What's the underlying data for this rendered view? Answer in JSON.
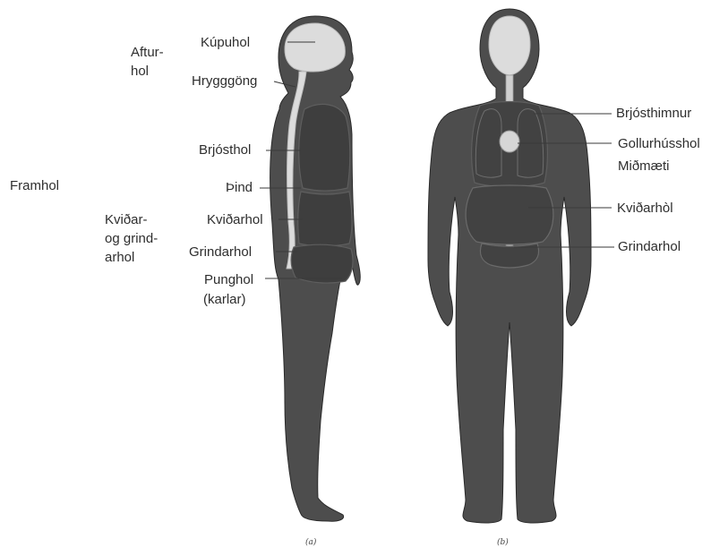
{
  "groups": {
    "aftur": [
      "Aftur-",
      "hol"
    ],
    "fram": "Framhol",
    "kvid": [
      "Kviðar-",
      "og grind-",
      "arhol"
    ]
  },
  "side_labels": {
    "kupuhol": "Kúpuhol",
    "hrygg": "Hrygggöng",
    "brjostholl": "Brjósthol",
    "pind": "Þind",
    "kvidarhol": "Kviðarhol",
    "grindarhol": "Grindarhol",
    "punghol": "Punghol",
    "karlar": "(karlar)"
  },
  "front_labels": {
    "brjosthimnur": "Brjósthimnur",
    "gollurhusshol": "Gollurhússhol",
    "midmaeti": "Miðmæti",
    "kvidarhol": "Kviðarhòl",
    "grindarhol": "Grindarhol"
  },
  "captions": {
    "a": "(a)",
    "b": "(b)"
  },
  "colors": {
    "body": "#4d4d4d",
    "body_edge": "#2a2a2a",
    "cavity_light": "#dcdcdc",
    "organ_dark": "#3a3a3a",
    "leader": "#3a3a3a"
  }
}
